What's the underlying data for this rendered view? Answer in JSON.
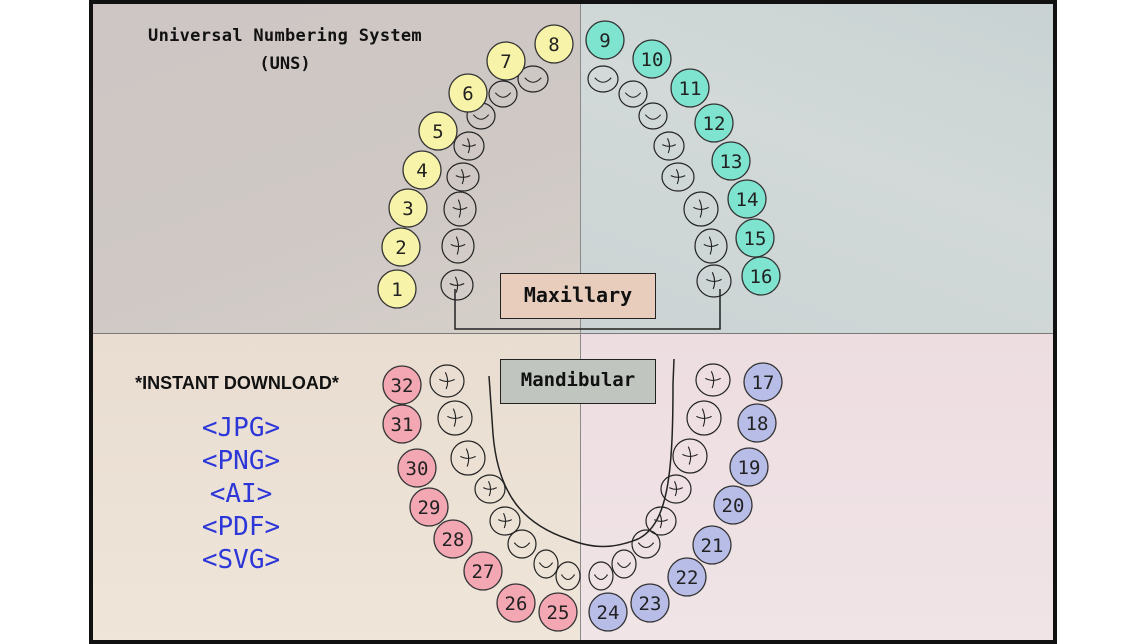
{
  "title": {
    "line1": "Universal Numbering System",
    "line2": "(UNS)"
  },
  "labels": {
    "maxillary": "Maxillary",
    "mandibular": "Mandibular"
  },
  "download": {
    "headline": "*INSTANT DOWNLOAD*",
    "formats": [
      "<JPG>",
      "<PNG>",
      "<AI>",
      "<PDF>",
      "<SVG>"
    ]
  },
  "colors": {
    "upper_right_quadrant": "#f7f3a8",
    "upper_left_quadrant": "#7ee3cf",
    "lower_left_quadrant": "#f3a7b3",
    "lower_right_quadrant": "#b8bde8",
    "format_text": "#2d37d8",
    "maxillary_label_bg": "#e8cdbc",
    "mandibular_label_bg": "#c0c5c0"
  },
  "teeth": {
    "maxillary": [
      "1",
      "2",
      "3",
      "4",
      "5",
      "6",
      "7",
      "8",
      "9",
      "10",
      "11",
      "12",
      "13",
      "14",
      "15",
      "16"
    ],
    "mandibular": [
      "17",
      "18",
      "19",
      "20",
      "21",
      "22",
      "23",
      "24",
      "25",
      "26",
      "27",
      "28",
      "29",
      "30",
      "31",
      "32"
    ]
  }
}
